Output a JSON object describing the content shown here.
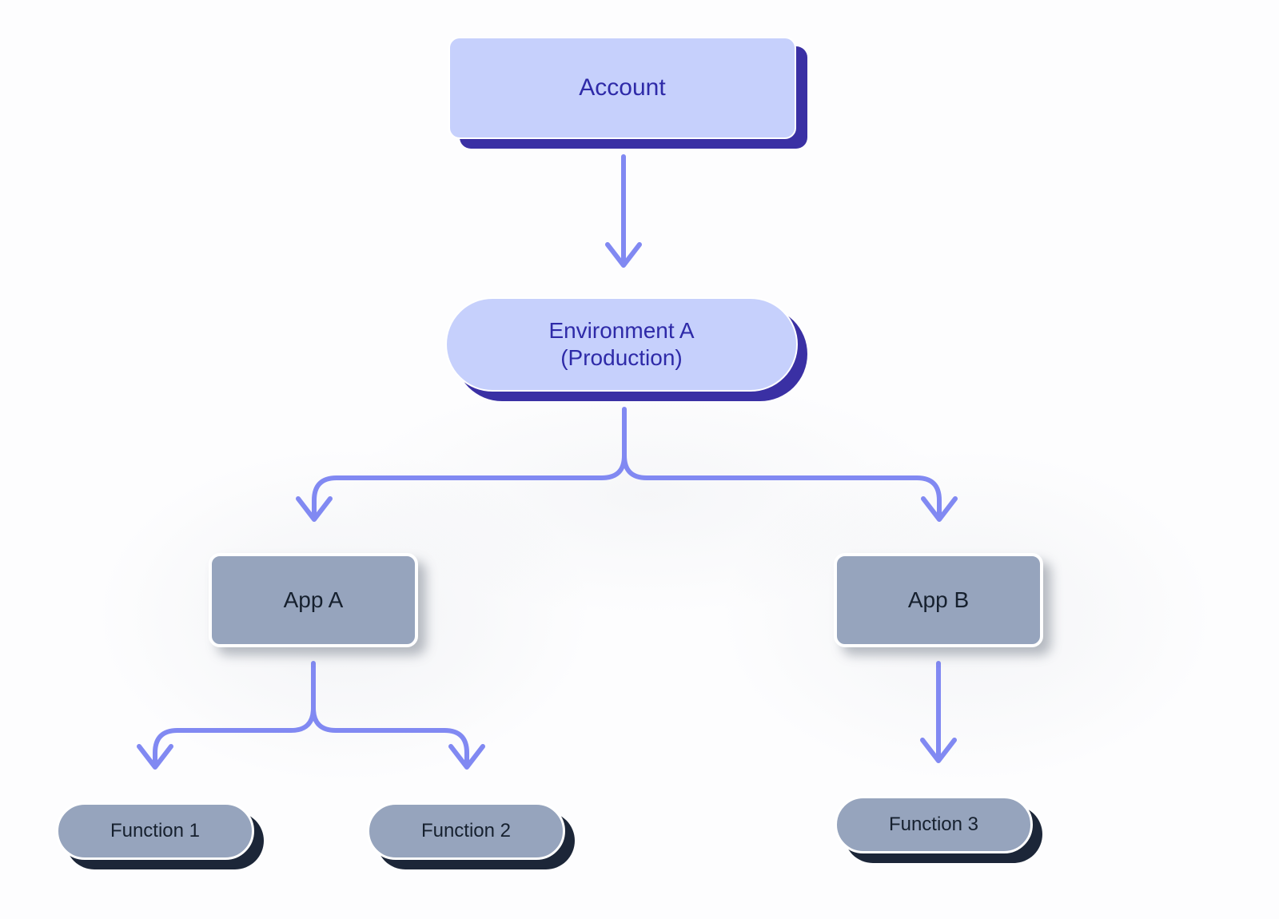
{
  "diagram": {
    "title": "Account / Environment / App / Function hierarchy",
    "background_color": "#fdfdfe",
    "edge_color": "#8189f2",
    "nodes": {
      "account": {
        "label": "Account",
        "shape": "rounded-rect",
        "fill": "#c6d0fc",
        "text_color": "#2e2aa8",
        "shadow_color": "#3a30a4"
      },
      "environment_a": {
        "label": "Environment A\n(Production)",
        "line1": "Environment A",
        "line2": "(Production)",
        "shape": "pill",
        "fill": "#c6d0fc",
        "text_color": "#2e2aa8",
        "shadow_color": "#3a30a4"
      },
      "app_a": {
        "label": "App A",
        "shape": "rounded-rect",
        "fill": "#96a4bd",
        "text_color": "#16202e",
        "shadow_color": "rgba(90,100,115,0.42)"
      },
      "app_b": {
        "label": "App B",
        "shape": "rounded-rect",
        "fill": "#96a4bd",
        "text_color": "#16202e",
        "shadow_color": "rgba(90,100,115,0.42)"
      },
      "function_1": {
        "label": "Function 1",
        "shape": "pill",
        "fill": "#96a4bd",
        "text_color": "#16202e",
        "shadow_color": "#1c2638"
      },
      "function_2": {
        "label": "Function 2",
        "shape": "pill",
        "fill": "#96a4bd",
        "text_color": "#16202e",
        "shadow_color": "#1c2638"
      },
      "function_3": {
        "label": "Function 3",
        "shape": "pill",
        "fill": "#96a4bd",
        "text_color": "#16202e",
        "shadow_color": "#1c2638"
      }
    },
    "edges": [
      {
        "id": "account-to-environment",
        "from": "Account",
        "to": "Environment A (Production)",
        "style": "straight-arrow"
      },
      {
        "id": "environment-to-app-a",
        "from": "Environment A (Production)",
        "to": "App A",
        "style": "branch-arrow-left"
      },
      {
        "id": "environment-to-app-b",
        "from": "Environment A (Production)",
        "to": "App B",
        "style": "branch-arrow-right"
      },
      {
        "id": "app-a-to-function-1",
        "from": "App A",
        "to": "Function 1",
        "style": "branch-arrow-left"
      },
      {
        "id": "app-a-to-function-2",
        "from": "App A",
        "to": "Function 2",
        "style": "branch-arrow-right"
      },
      {
        "id": "app-b-to-function-3",
        "from": "App B",
        "to": "Function 3",
        "style": "straight-arrow"
      }
    ]
  }
}
